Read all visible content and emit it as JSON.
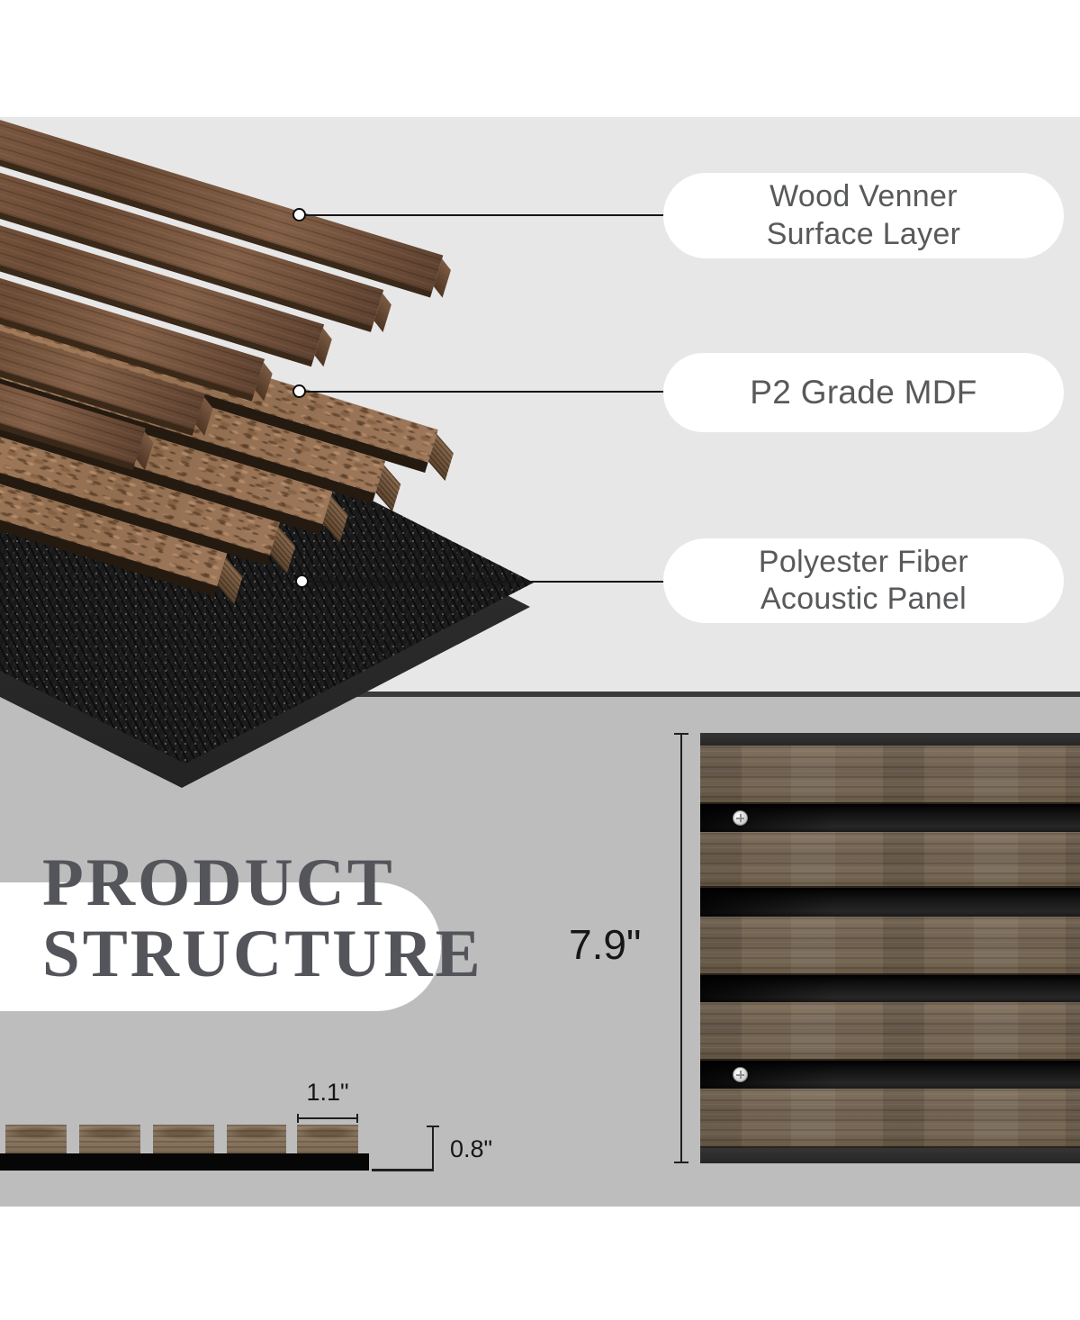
{
  "title": {
    "line1": "PRODUCT",
    "line2": "STRUCTURE"
  },
  "callouts": [
    {
      "line1": "Wood Venner",
      "line2": "Surface Layer"
    },
    {
      "line1": "P2 Grade MDF",
      "line2": ""
    },
    {
      "line1": "Polyester Fiber",
      "line2": "Acoustic Panel"
    }
  ],
  "dimensions": {
    "panel_height": "7.9\"",
    "slat_width": "1.1\"",
    "panel_thickness": "0.8\""
  },
  "icons": {
    "screw": "phillips-screw",
    "leader_dot": "white-dot-marker"
  },
  "colors": {
    "top_band": "#ffffff",
    "upper_bg": "#e7e7e8",
    "lower_bg": "#bdbdbd",
    "bottom_band": "#ffffff",
    "divider": "#3b3b3b",
    "pill_bg": "#ffffff",
    "pill_text": "#58595b",
    "title_text": "#54555b",
    "leader": "#151515",
    "felt": "#1a1a1a",
    "veneer": "#6f4d37",
    "mdf": "#9a7458",
    "panel_wood": "#756652",
    "dim": "#1f1f1f",
    "base_black": "#060606"
  }
}
